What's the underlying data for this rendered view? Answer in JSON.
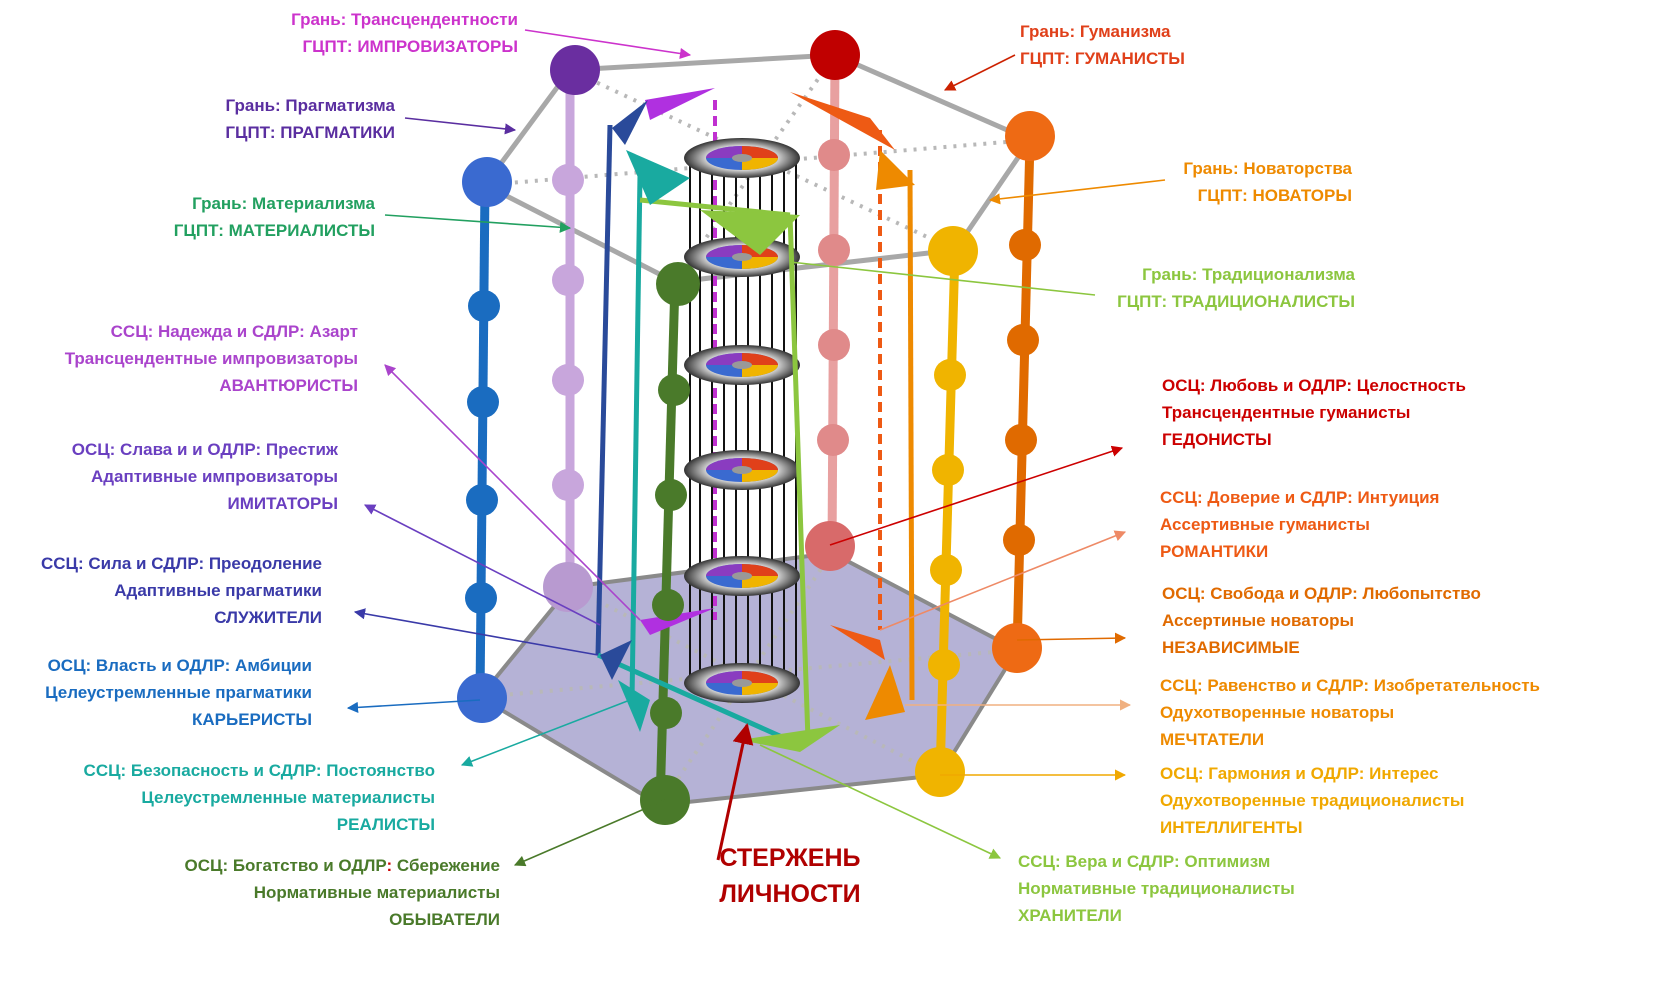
{
  "colors": {
    "transcendence": "#cc33cc",
    "pragmatism": "#5a2ea0",
    "materialism": "#22a060",
    "humanism": "#e0401a",
    "innovation": "#ee8a00",
    "traditionalism": "#8cc63f",
    "hope": "#aa44cc",
    "glory": "#6a3fc0",
    "strength": "#3a3aa8",
    "power": "#1a6cc0",
    "security": "#19aaa0",
    "wealth": "#4a7a2a",
    "love": "#cc0000",
    "trust": "#ee5a14",
    "freedom": "#e06a00",
    "equality": "#ee8a00",
    "harmony": "#f0a800",
    "faith": "#8cc63f",
    "core": "#b00000"
  },
  "facets": {
    "transcendence": {
      "line1": "Грань: Трансцендентности",
      "line2": "ГЦПТ: ИМПРОВИЗАТОРЫ"
    },
    "pragmatism": {
      "line1": "Грань: Прагматизма",
      "line2": "ГЦПТ: ПРАГМАТИКИ"
    },
    "materialism": {
      "line1": "Грань: Материализма",
      "line2": "ГЦПТ: МАТЕРИАЛИСТЫ"
    },
    "humanism": {
      "line1": "Грань: Гуманизма",
      "line2": "ГЦПТ: ГУМАНИСТЫ"
    },
    "innovation": {
      "line1": "Грань: Новаторства",
      "line2": "ГЦПТ: НОВАТОРЫ"
    },
    "traditionalism": {
      "line1": "Грань: Традиционализма",
      "line2": "ГЦПТ: ТРАДИЦИОНАЛИСТЫ"
    }
  },
  "types": {
    "hope": {
      "line1": "ССЦ: Надежда и СДЛР:  Азарт",
      "line2": "Трансцендентные импровизаторы",
      "line3": "АВАНТЮРИСТЫ"
    },
    "glory": {
      "line1": "ОСЦ: Слава и и ОДЛР: Престиж",
      "line2": "Адаптивные импровизаторы",
      "line3": "ИМИТАТОРЫ"
    },
    "strength": {
      "line1": "ССЦ: Сила и СДЛР: Преодоление",
      "line2": "Адаптивные прагматики",
      "line3": "СЛУЖИТЕЛИ"
    },
    "power": {
      "line1": "ОСЦ: Власть и ОДЛР: Амбиции",
      "line2": "Целеустремленные прагматики",
      "line3": "КАРЬЕРИСТЫ"
    },
    "security": {
      "line1": "ССЦ: Безопасность и СДЛР: Постоянство",
      "line2": "Целеустремленные материалисты",
      "line3": "РЕАЛИСТЫ"
    },
    "wealth": {
      "line1a": "ОСЦ: Богатство и ОДЛР",
      "line1b": ":",
      "line1c": " Сбережение",
      "line2": "Нормативные материалисты",
      "line3": "ОБЫВАТЕЛИ"
    },
    "love": {
      "line1": "ОСЦ: Любовь и ОДЛР: Целостность",
      "line2": "Трансцендентные гуманисты",
      "line3": "ГЕДОНИСТЫ"
    },
    "trust": {
      "line1": "ССЦ: Доверие  и СДЛР: Интуиция",
      "line2": "Ассертивные гуманисты",
      "line3": "РОМАНТИКИ"
    },
    "freedom": {
      "line1": "ОСЦ: Свобода и ОДЛР: Любопытство",
      "line2": "Ассертиные новаторы",
      "line3": "НЕЗАВИСИМЫЕ"
    },
    "equality": {
      "line1": "ССЦ: Равенство и СДЛР: Изобретательность",
      "line2": "Одухотворенные новаторы",
      "line3": "МЕЧТАТЕЛИ"
    },
    "harmony": {
      "line1": "ОСЦ: Гармония  и  ОДЛР: Интерес",
      "line2": "Одухотворенные традиционалисты",
      "line3": "ИНТЕЛЛИГЕНТЫ"
    },
    "faith": {
      "line1": "ССЦ: Вера и СДЛР: Оптимизм",
      "line2": "Нормативные традиционалисты",
      "line3": "ХРАНИТЕЛИ"
    }
  },
  "core": {
    "line1": "СТЕРЖЕНЬ",
    "line2": "ЛИЧНОСТИ"
  }
}
